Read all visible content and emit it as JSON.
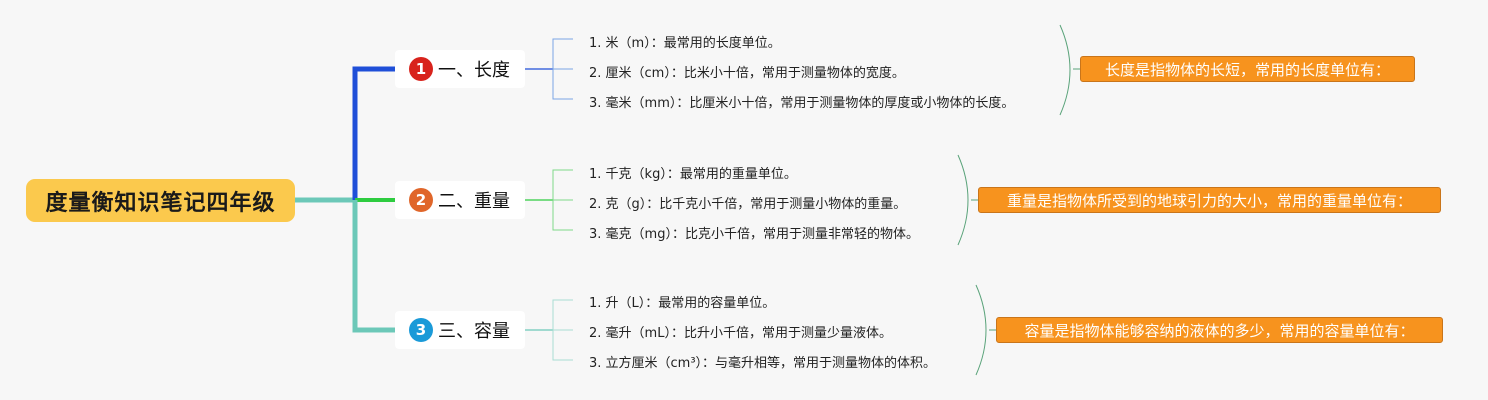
{
  "root": {
    "title": "度量衡知识笔记四年级"
  },
  "colors": {
    "root_bg": "#fbc94d",
    "branch1_line": "#1f4fd8",
    "branch2_line": "#2ecc40",
    "branch3_line": "#6cc8b8",
    "badge1": "#d8231c",
    "badge2": "#e0662a",
    "badge3": "#1a9ad8",
    "note_bg": "#f7931e"
  },
  "branches": [
    {
      "num": "1",
      "label": "一、长度",
      "items": [
        "1. 米（m）：最常用的长度单位。",
        "2. 厘米（cm）：比米小十倍，常用于测量物体的宽度。",
        "3. 毫米（mm）：比厘米小十倍，常用于测量物体的厚度或小物体的长度。"
      ],
      "note": "长度是指物体的长短，常用的长度单位有："
    },
    {
      "num": "2",
      "label": "二、重量",
      "items": [
        "1. 千克（kg）：最常用的重量单位。",
        "2. 克（g）：比千克小千倍，常用于测量小物体的重量。",
        "3. 毫克（mg）：比克小千倍，常用于测量非常轻的物体。"
      ],
      "note": "重量是指物体所受到的地球引力的大小，常用的重量单位有："
    },
    {
      "num": "3",
      "label": "三、容量",
      "items": [
        "1. 升（L）：最常用的容量单位。",
        "2. 毫升（mL）：比升小千倍，常用于测量少量液体。",
        "3. 立方厘米（cm³）：与毫升相等，常用于测量物体的体积。"
      ],
      "note": "容量是指物体能够容纳的液体的多少，常用的容量单位有："
    }
  ]
}
